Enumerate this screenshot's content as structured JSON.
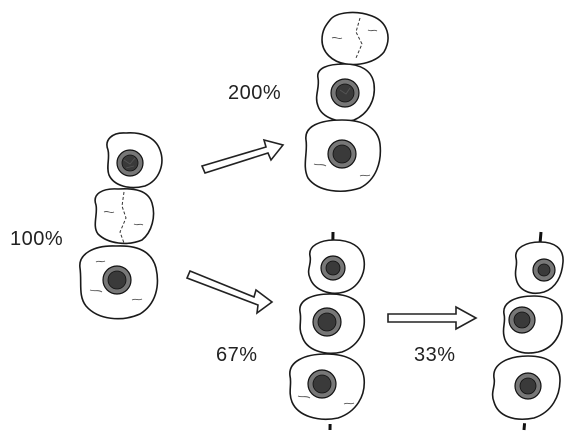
{
  "labels": {
    "start": "100%",
    "upper": "200%",
    "middle": "67%",
    "right": "33%"
  }
}
